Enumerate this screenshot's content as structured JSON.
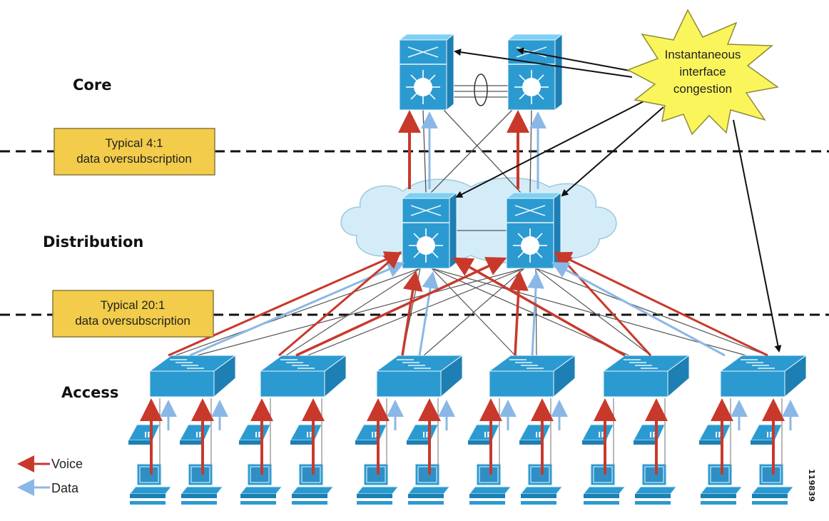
{
  "diagram": {
    "type": "hierarchical-network-topology",
    "tiers": {
      "core": "Core",
      "distribution": "Distribution",
      "access": "Access"
    },
    "notes": {
      "core_distribution": {
        "line1": "Typical 4:1",
        "line2": "data oversubscription"
      },
      "distribution_access": {
        "line1": "Typical 20:1",
        "line2": "data oversubscription"
      }
    },
    "callout": {
      "line1": "Instantaneous",
      "line2": "interface",
      "line3": "congestion",
      "points_to": [
        "core-switch-1",
        "core-switch-2",
        "distribution-switch-1",
        "distribution-switch-2",
        "access-switch-6"
      ]
    },
    "legend": {
      "voice": {
        "label": "Voice",
        "color": "#c8392b"
      },
      "data": {
        "label": "Data",
        "color": "#8ab8e6"
      }
    },
    "figure_id": "119839",
    "colors": {
      "device": "#2b9ad1",
      "device_dark": "#1d7fb3",
      "device_light": "#7fd0f2",
      "cloud": "#d4ecf7",
      "cloud_stroke": "#9cc9e0",
      "note_fill": "#f2cc4a",
      "note_stroke": "#8a7a3a",
      "burst_fill": "#fbf55c",
      "burst_stroke": "#8d8a3a",
      "link": "#555555"
    },
    "nodes": {
      "core": [
        "core-switch-1",
        "core-switch-2"
      ],
      "distribution": [
        "distribution-switch-1",
        "distribution-switch-2"
      ],
      "access": [
        "access-switch-1",
        "access-switch-2",
        "access-switch-3",
        "access-switch-4",
        "access-switch-5",
        "access-switch-6"
      ],
      "endpoints_per_access_switch": {
        "ip_phones": 2,
        "pcs": 2
      },
      "access_switches_with_data_uplinks_from_endpoints": [
        1,
        3,
        4,
        6
      ]
    }
  }
}
